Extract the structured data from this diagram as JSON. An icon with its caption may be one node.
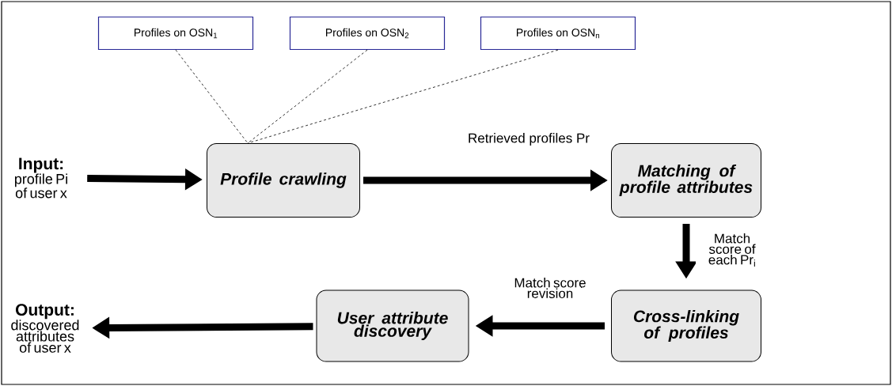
{
  "diagram": {
    "nodes": [
      {
        "text": [
          "Profiles on OSN$_{1}$"
        ]
      },
      {
        "text": [
          "Profiles on OSN$_{2}$"
        ]
      },
      {
        "text": [
          "Profiles on OSN$_{n}$"
        ]
      },
      {
        "text": [
          "Input:",
          "profile Pi of user x"
        ]
      },
      {
        "text": [
          "Profile crawling"
        ]
      },
      {
        "text": [
          "Matching of profile attributes"
        ]
      },
      {
        "text": [
          "Cross-linking of profiles"
        ]
      },
      {
        "text": [
          "User attribute discovery"
        ]
      },
      {
        "text": [
          "Output:",
          "discovered attributes of user x"
        ]
      }
    ],
    "edges": [
      {
        "from": 0,
        "to": 4,
        "arrow": "none",
        "style": "dashed"
      },
      {
        "from": 1,
        "to": 4,
        "arrow": "none",
        "style": "dashed"
      },
      {
        "from": 2,
        "to": 4,
        "arrow": "none",
        "style": "dashed"
      },
      {
        "from": 3,
        "to": 4,
        "arrow": "to"
      },
      {
        "from": 4,
        "to": 5,
        "arrow": "to",
        "label": "Retrieved profiles Pr"
      },
      {
        "from": 5,
        "to": 6,
        "arrow": "to",
        "label": "Match score of each Pr$_{i}$"
      },
      {
        "from": 6,
        "to": 7,
        "arrow": "to",
        "label": "Match score revision"
      },
      {
        "from": 7,
        "to": 8,
        "arrow": "to"
      }
    ]
  }
}
